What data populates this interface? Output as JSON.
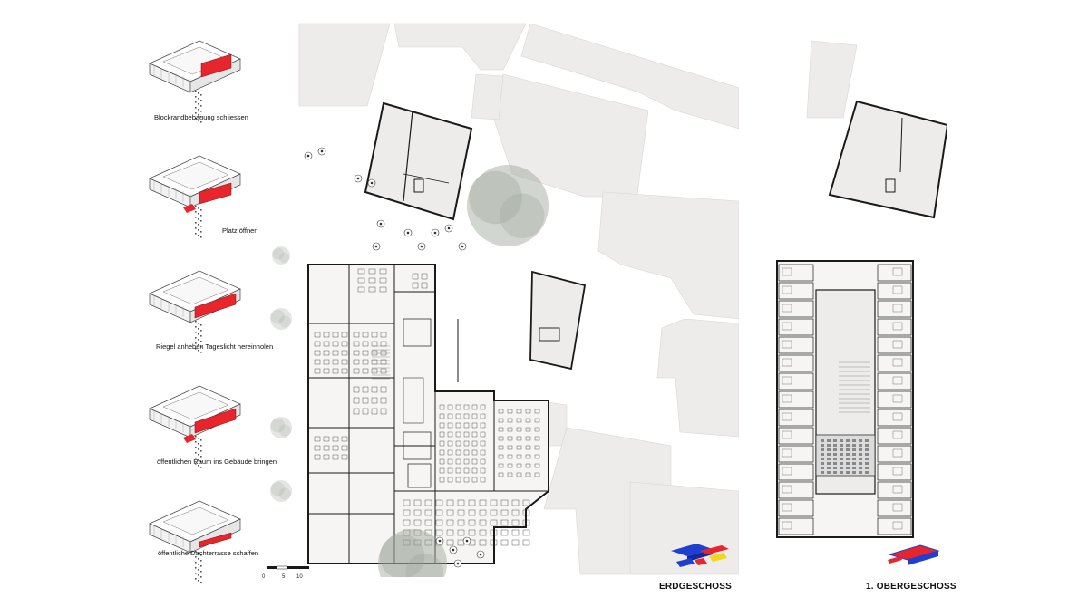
{
  "colors": {
    "background": "#ffffff",
    "building_fill": "#eeecea",
    "wall": "#1a1a1a",
    "accent_red": "#e8242c",
    "accent_blue": "#1f3fd1",
    "accent_yellow": "#f2d81c",
    "tree": "#9aa397"
  },
  "diagrams": {
    "steps": [
      {
        "caption": "Blockrandbebauung schliessen"
      },
      {
        "caption": "Platz öffnen"
      },
      {
        "caption": "Riegel anheben Tageslicht hereinholen"
      },
      {
        "caption": "öffentlichen Raum ins Gebäude bringen"
      },
      {
        "caption": "öffentliche Dachterrasse schaffen"
      }
    ]
  },
  "scale_bar": {
    "labels": [
      "0",
      "5",
      "10"
    ]
  },
  "plans": {
    "ground_floor_title": "ERDGESCHOSS",
    "upper_floor_title": "1. OBERGESCHOSS"
  }
}
